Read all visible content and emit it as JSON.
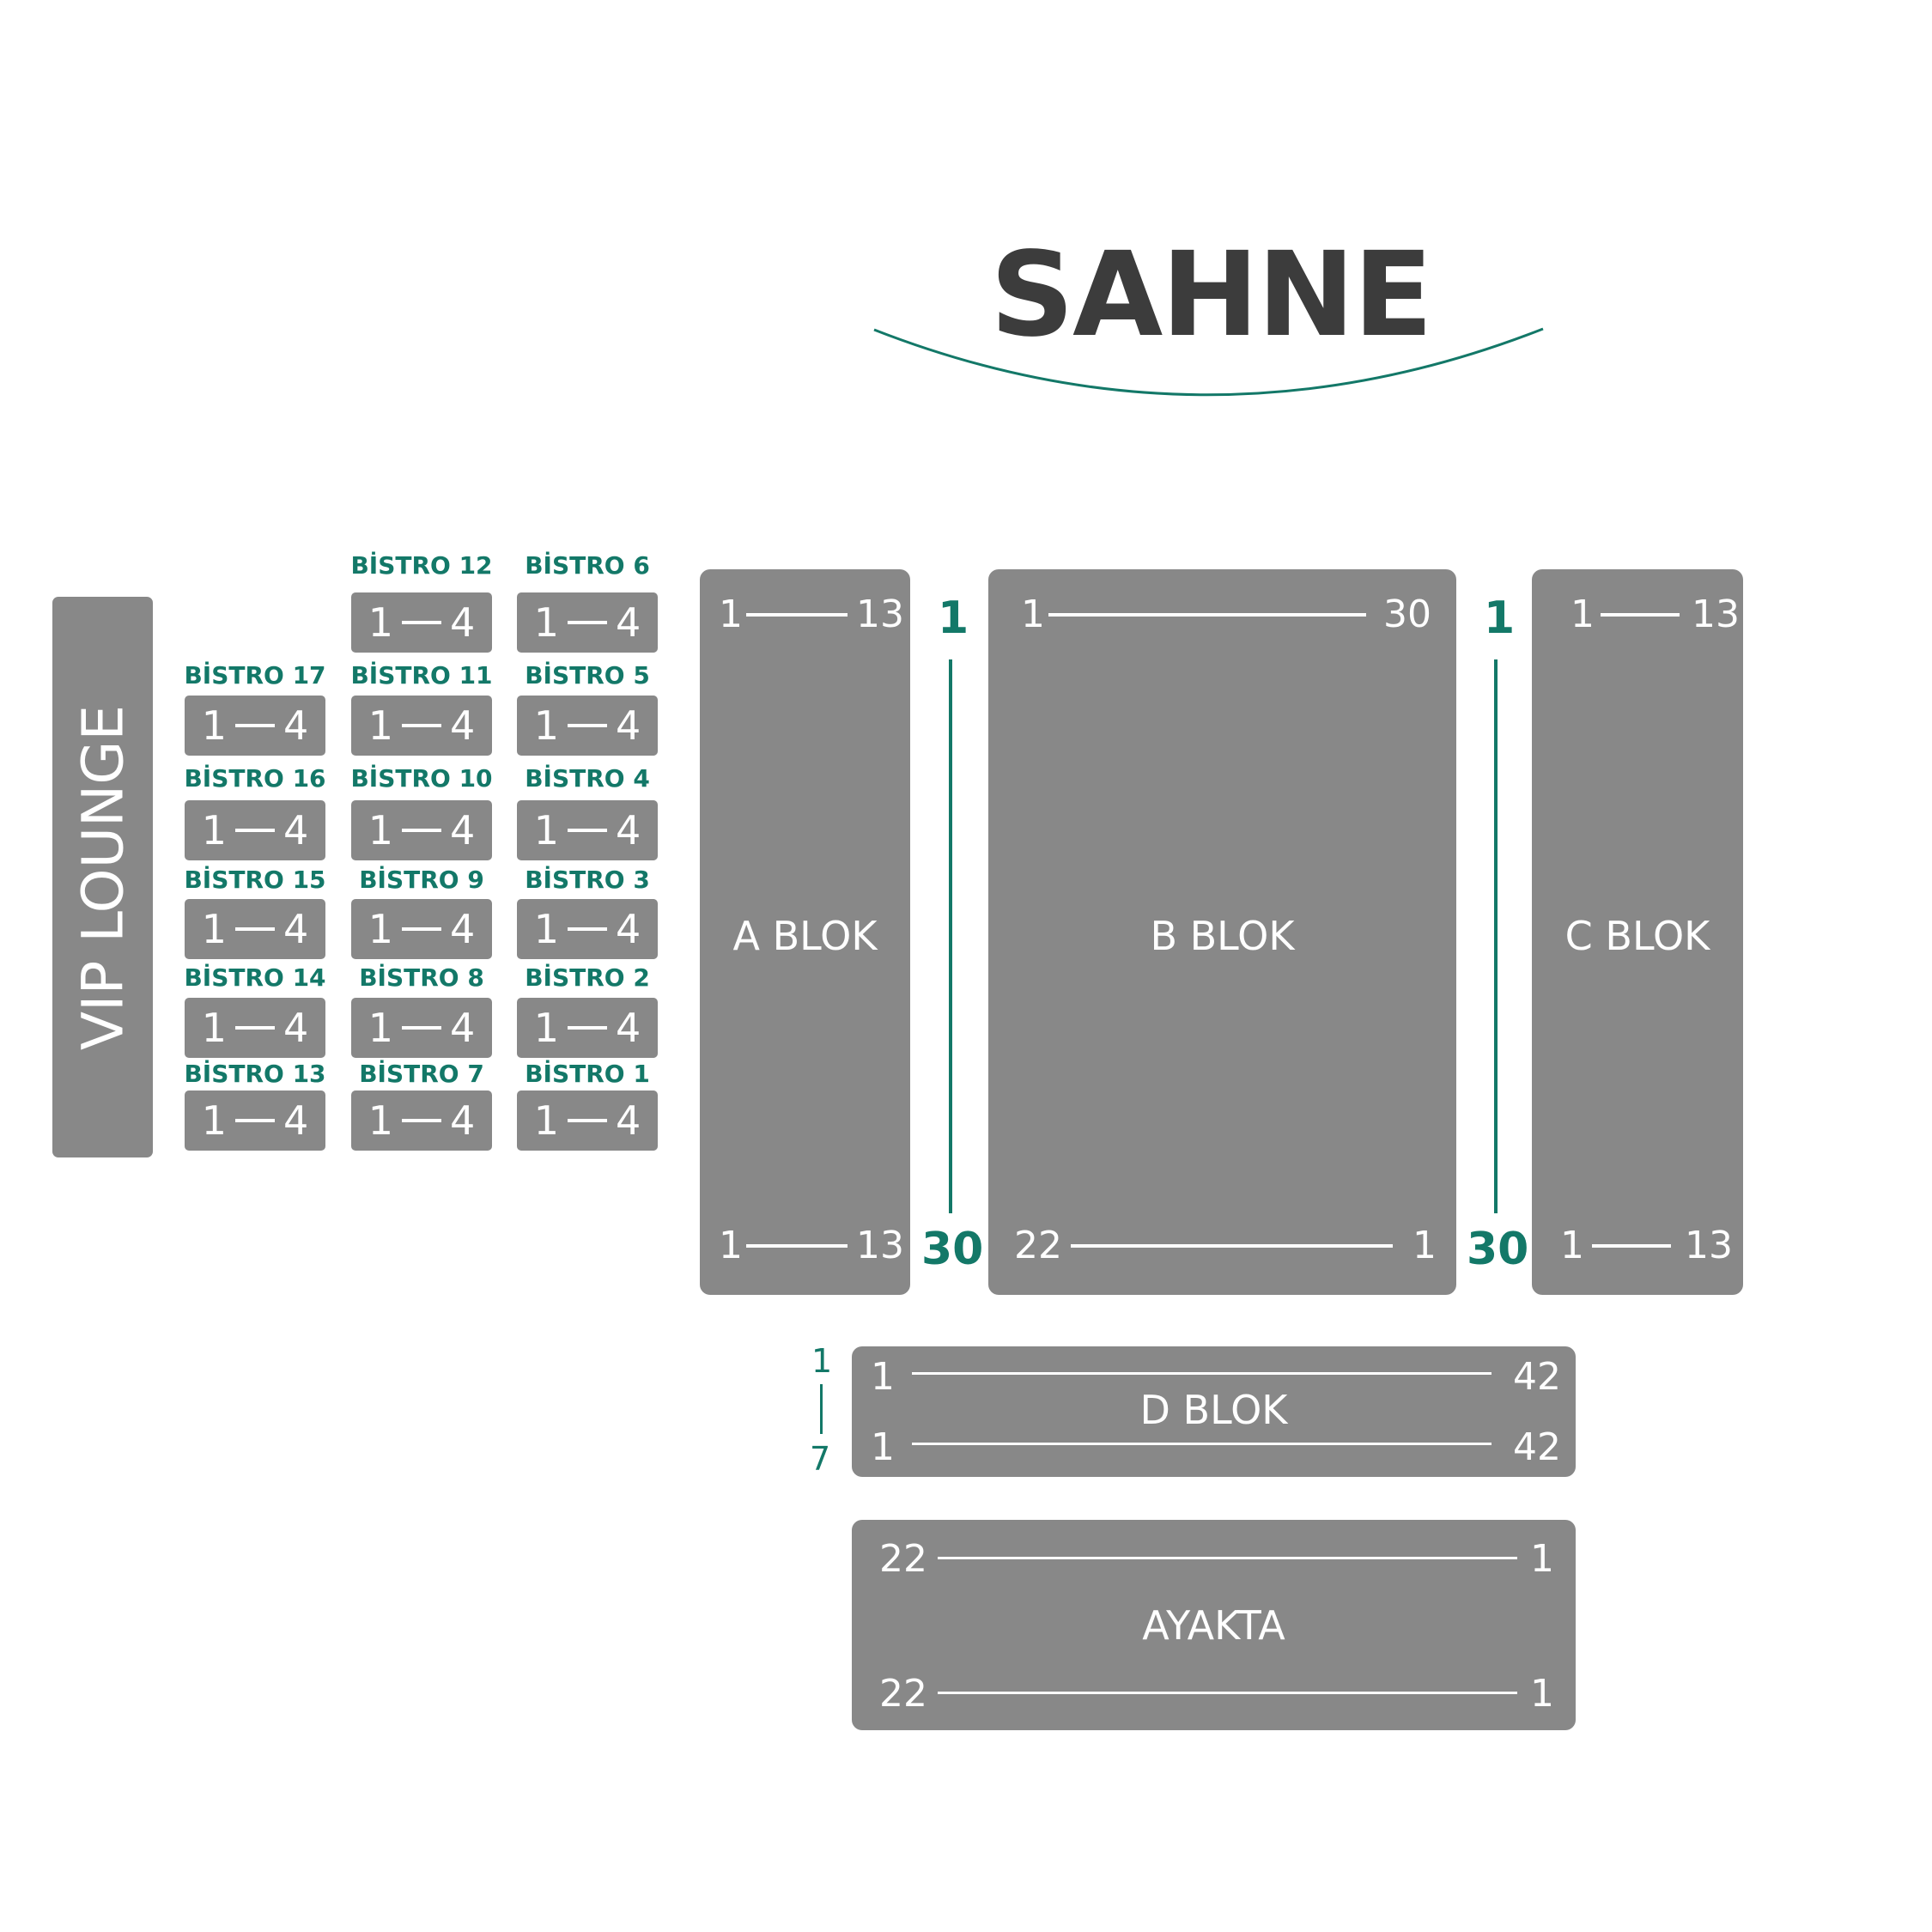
{
  "stage": {
    "title": "SAHNE",
    "arc_color": "#137868"
  },
  "vip_lounge": {
    "label": "VIP LOUNGE"
  },
  "bistros": [
    {
      "name": "BİSTRO 12",
      "seats": {
        "from": "1",
        "to": "4"
      }
    },
    {
      "name": "BİSTRO 6",
      "seats": {
        "from": "1",
        "to": "4"
      }
    },
    {
      "name": "BİSTRO 17",
      "seats": {
        "from": "1",
        "to": "4"
      }
    },
    {
      "name": "BİSTRO 11",
      "seats": {
        "from": "1",
        "to": "4"
      }
    },
    {
      "name": "BİSTRO 5",
      "seats": {
        "from": "1",
        "to": "4"
      }
    },
    {
      "name": "BİSTRO 16",
      "seats": {
        "from": "1",
        "to": "4"
      }
    },
    {
      "name": "BİSTRO 10",
      "seats": {
        "from": "1",
        "to": "4"
      }
    },
    {
      "name": "BİSTRO 4",
      "seats": {
        "from": "1",
        "to": "4"
      }
    },
    {
      "name": "BİSTRO 15",
      "seats": {
        "from": "1",
        "to": "4"
      }
    },
    {
      "name": "BİSTRO 9",
      "seats": {
        "from": "1",
        "to": "4"
      }
    },
    {
      "name": "BİSTRO 3",
      "seats": {
        "from": "1",
        "to": "4"
      }
    },
    {
      "name": "BİSTRO 14",
      "seats": {
        "from": "1",
        "to": "4"
      }
    },
    {
      "name": "BİSTRO 8",
      "seats": {
        "from": "1",
        "to": "4"
      }
    },
    {
      "name": "BİSTRO 2",
      "seats": {
        "from": "1",
        "to": "4"
      }
    },
    {
      "name": "BİSTRO 13",
      "seats": {
        "from": "1",
        "to": "4"
      }
    },
    {
      "name": "BİSTRO 7",
      "seats": {
        "from": "1",
        "to": "4"
      }
    },
    {
      "name": "BİSTRO 1",
      "seats": {
        "from": "1",
        "to": "4"
      }
    }
  ],
  "blocks": {
    "a": {
      "label": "A BLOK",
      "top_from": "1",
      "top_to": "13",
      "bottom_from": "1",
      "bottom_to": "13"
    },
    "b": {
      "label": "B BLOK",
      "top_from": "1",
      "top_to": "30",
      "bottom_from": "22",
      "bottom_to": "1"
    },
    "c": {
      "label": "C BLOK",
      "top_from": "1",
      "top_to": "13",
      "bottom_from": "1",
      "bottom_to": "13"
    },
    "d": {
      "label": "D BLOK",
      "row1_from": "1",
      "row1_to": "42",
      "row2_from": "1",
      "row2_to": "42"
    },
    "ayakta": {
      "label": "AYAKTA",
      "row1_from": "22",
      "row1_to": "1",
      "row2_from": "22",
      "row2_to": "1"
    }
  },
  "rows": {
    "ab_aisle": {
      "from": "1",
      "to": "30"
    },
    "bc_aisle": {
      "from": "1",
      "to": "30"
    },
    "d_rows": {
      "from": "1",
      "to": "7"
    }
  },
  "colors": {
    "block_gray": "#888888",
    "accent_green": "#137868",
    "title_dark": "#3c3c3c"
  }
}
